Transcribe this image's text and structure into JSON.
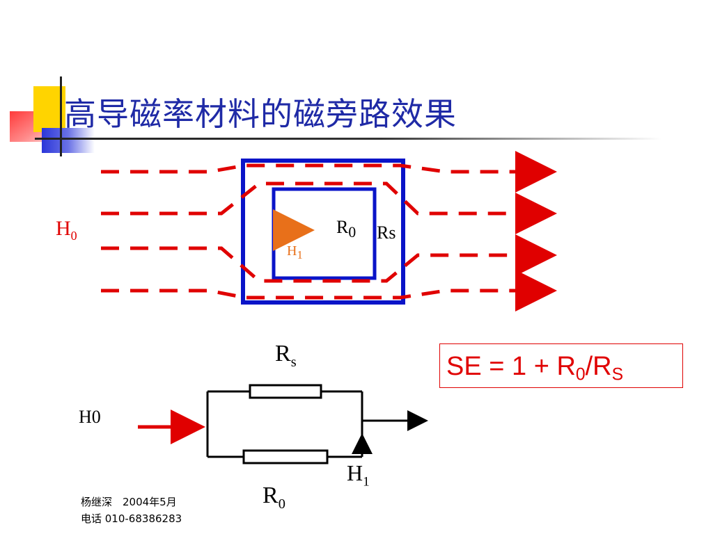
{
  "slide": {
    "title": "高导磁率材料的磁旁路效果"
  },
  "diagram": {
    "field_label_H": "H",
    "field_label_sub": "0",
    "inner_label_R": "R",
    "inner_label_sub": "0",
    "shell_label": "Rs",
    "inner_field_H": "H",
    "inner_field_sub": "1",
    "colors": {
      "field_lines": "#e00000",
      "shield": "#0a14c8",
      "inner_arrow": "#e8701a"
    }
  },
  "circuit": {
    "rs_label": "R",
    "rs_sub": "s",
    "input_label": "H0",
    "h1_label": "H",
    "h1_sub": "1",
    "r0_label": "R",
    "r0_sub": "0"
  },
  "formula": {
    "prefix": "SE = 1 + R",
    "sub1": "0",
    "mid": "/R",
    "sub2": "S"
  },
  "footer": {
    "author_date": "杨继深　2004年5月",
    "phone": "电话 010-68386283"
  }
}
